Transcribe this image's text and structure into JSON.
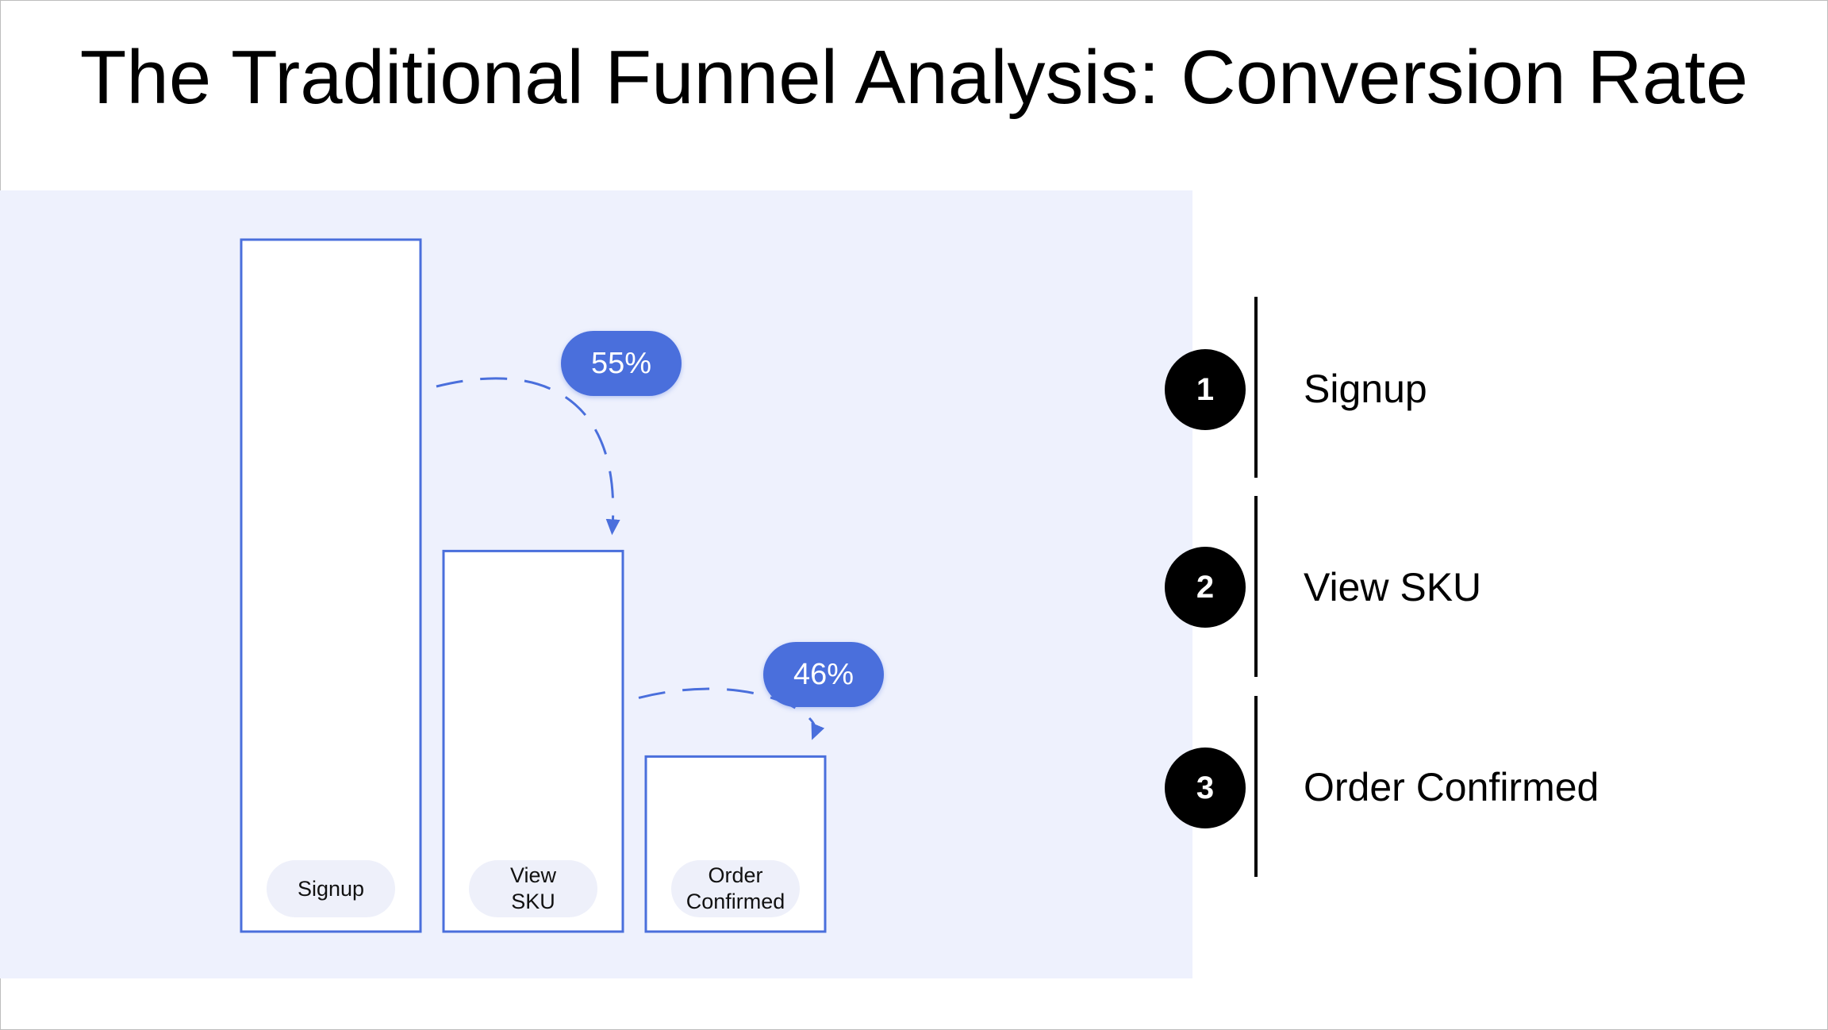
{
  "title": "The Traditional Funnel Analysis: Conversion Rate",
  "colors": {
    "accent": "#4a6fdc",
    "panel": "#eef1fd",
    "bar_fill": "#ffffff"
  },
  "chart_data": {
    "type": "bar",
    "categories": [
      "Signup",
      "View SKU",
      "Order Confirmed"
    ],
    "category_labels": [
      "Signup",
      "View\nSKU",
      "Order\nConfirmed"
    ],
    "values": [
      100,
      55,
      25.3
    ],
    "conversion_rates": [
      {
        "from": "Signup",
        "to": "View SKU",
        "label": "55%"
      },
      {
        "from": "View SKU",
        "to": "Order Confirmed",
        "label": "46%"
      }
    ],
    "ylim": [
      0,
      100
    ],
    "grid": false
  },
  "steps": [
    {
      "number": "1",
      "label": "Signup"
    },
    {
      "number": "2",
      "label": "View SKU"
    },
    {
      "number": "3",
      "label": "Order Confirmed"
    }
  ]
}
